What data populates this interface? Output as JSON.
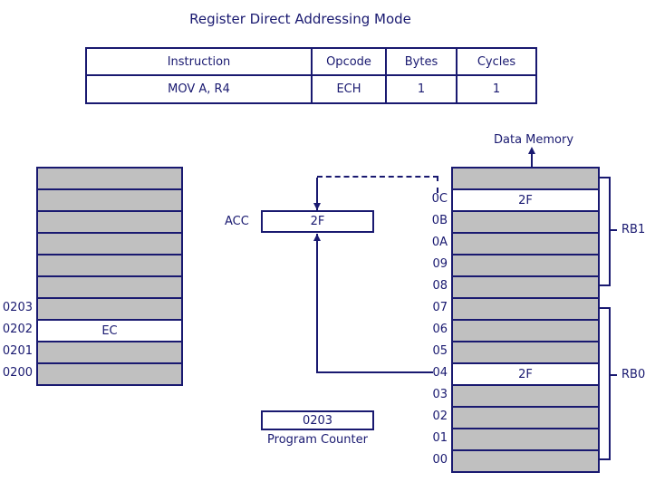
{
  "title": "Register Direct Addressing Mode",
  "colors": {
    "navy": "#191970",
    "gray": "#c0c0c0",
    "background": "#ffffff"
  },
  "table": {
    "headers": [
      "Instruction",
      "Opcode",
      "Bytes",
      "Cycles"
    ],
    "row": [
      "MOV A, R4",
      "ECH",
      "1",
      "1"
    ]
  },
  "program_memory": {
    "rows": [
      {
        "address": "",
        "value": ""
      },
      {
        "address": "",
        "value": ""
      },
      {
        "address": "",
        "value": ""
      },
      {
        "address": "",
        "value": ""
      },
      {
        "address": "",
        "value": ""
      },
      {
        "address": "",
        "value": ""
      },
      {
        "address": "0203",
        "value": ""
      },
      {
        "address": "0202",
        "value": "EC"
      },
      {
        "address": "0201",
        "value": ""
      },
      {
        "address": "0200",
        "value": ""
      }
    ]
  },
  "acc": {
    "label": "ACC",
    "value": "2F"
  },
  "program_counter": {
    "value": "0203",
    "label": "Program Counter"
  },
  "data_memory": {
    "label": "Data Memory",
    "rows": [
      {
        "address": "",
        "value": ""
      },
      {
        "address": "0C",
        "value": "2F"
      },
      {
        "address": "0B",
        "value": ""
      },
      {
        "address": "0A",
        "value": ""
      },
      {
        "address": "09",
        "value": ""
      },
      {
        "address": "08",
        "value": ""
      },
      {
        "address": "07",
        "value": ""
      },
      {
        "address": "06",
        "value": ""
      },
      {
        "address": "05",
        "value": ""
      },
      {
        "address": "04",
        "value": "2F"
      },
      {
        "address": "03",
        "value": ""
      },
      {
        "address": "02",
        "value": ""
      },
      {
        "address": "01",
        "value": ""
      },
      {
        "address": "00",
        "value": ""
      }
    ],
    "banks": {
      "rb1": "RB1",
      "rb0": "RB0"
    }
  }
}
